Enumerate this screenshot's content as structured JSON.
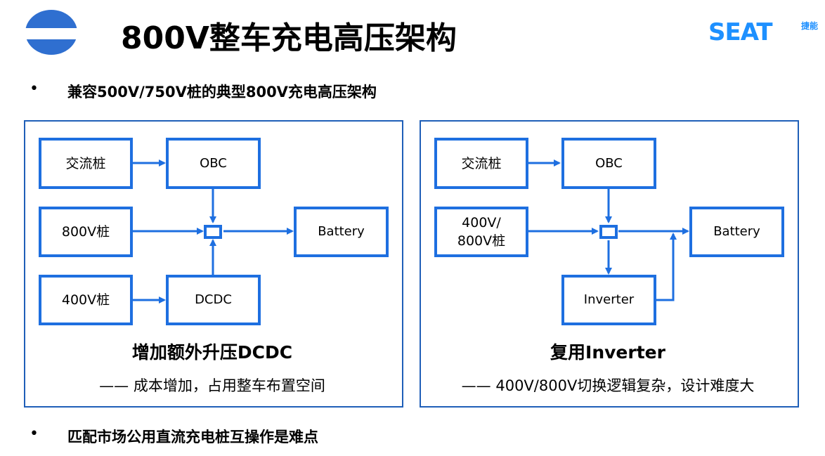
{
  "header": {
    "title": "800V整车充电高压架构",
    "brand_main": "SEAT",
    "brand_sub": "捷能"
  },
  "bullets": [
    "兼容500V/750V桩的典型800V充电高压架构",
    "匹配市场公用直流充电桩互操作是难点"
  ],
  "left_panel": {
    "nodes": {
      "ac_pile": "交流桩",
      "obc": "OBC",
      "pile_800v": "800V桩",
      "battery": "Battery",
      "pile_400v": "400V桩",
      "dcdc": "DCDC"
    },
    "caption": "增加额外升压DCDC",
    "subcaption": "—— 成本增加，占用整车布置空间"
  },
  "right_panel": {
    "nodes": {
      "ac_pile": "交流桩",
      "obc": "OBC",
      "pile_400_800_line1": "400V/",
      "pile_400_800_line2": "800V桩",
      "battery": "Battery",
      "inverter": "Inverter"
    },
    "caption": "复用Inverter",
    "subcaption": "—— 400V/800V切换逻辑复杂，设计难度大"
  },
  "colors": {
    "accent": "#1e6fe0",
    "panel_border": "#1f5fb8",
    "brand": "#1e90ff"
  }
}
